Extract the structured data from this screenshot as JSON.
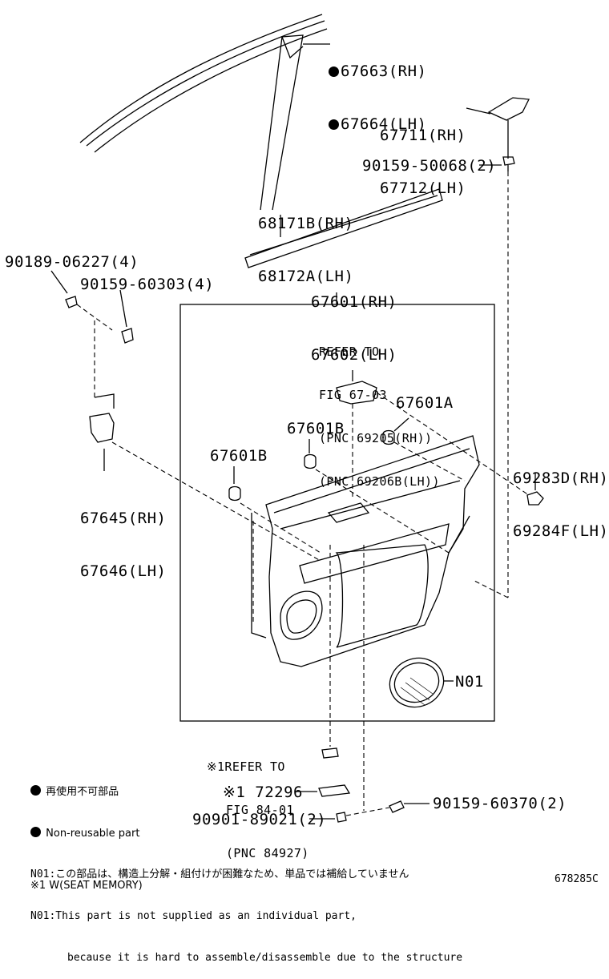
{
  "parts": {
    "garnish_corner": [
      "67663(RH)",
      "67664(LH)"
    ],
    "cover": [
      "67711(RH)",
      "67712(LH)"
    ],
    "screw_top": "90159-50068(2)",
    "weatherstrip": [
      "68171B(RH)",
      "68172A(LH)"
    ],
    "screw_left": "90189-06227(4)",
    "screw_left2": "90159-60303(4)",
    "trim_board": [
      "67601(RH)",
      "67602(LH)"
    ],
    "refer_top": [
      "REFER TO",
      "FIG 67-03",
      "(PNC 69205(RH))",
      "(PNC 69206B(LH))"
    ],
    "clip_a": "67601A",
    "clip_b1": "67601B",
    "clip_b2": "67601B",
    "bracket": [
      "67645(RH)",
      "67646(LH)"
    ],
    "cap": [
      "69283D(RH)",
      "69284F(LH)"
    ],
    "n01": "N01",
    "refer_bottom": [
      "※1REFER TO",
      "FIG 84-01",
      "(PNC 84927)"
    ],
    "switch": "※1 72296",
    "screw_bottom": "90159-60370(2)",
    "clip_bottom": "90901-89021(2)"
  },
  "legend": {
    "jp": "再使用不可部品",
    "en": "Non-reusable part",
    "note1": "※1 W(SEAT MEMORY)"
  },
  "footnotes": {
    "jp": "N01:この部品は、構造上分解・組付けが困難なため、単品では補給していません",
    "en1": "N01:This part is not supplied as an individual part,",
    "en2": "because it is hard to assemble/disassemble due to the structure"
  },
  "diagram_id": "678285C"
}
